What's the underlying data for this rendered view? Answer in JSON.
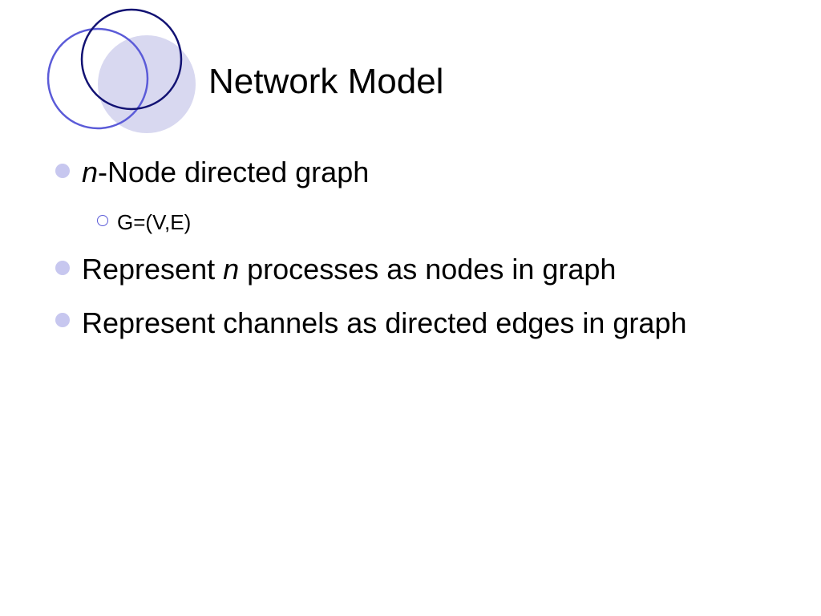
{
  "slide": {
    "title": "Network Model",
    "colors": {
      "bullet_fill": "#c7c7ef",
      "bullet_ring": "#5b5bd8",
      "logo_fill": "#d8d8f0",
      "logo_ring_inner": "#121273",
      "logo_ring_outer": "#5b5bd8"
    },
    "bullets": [
      {
        "level": 1,
        "italic": "n",
        "text": "-Node directed graph"
      },
      {
        "level": 2,
        "text": "G=(V,E)"
      },
      {
        "level": 1,
        "text_before": "Represent ",
        "italic": "n",
        "text_after": " processes as nodes in graph"
      },
      {
        "level": 1,
        "text": "Represent channels as directed edges in graph"
      }
    ]
  }
}
